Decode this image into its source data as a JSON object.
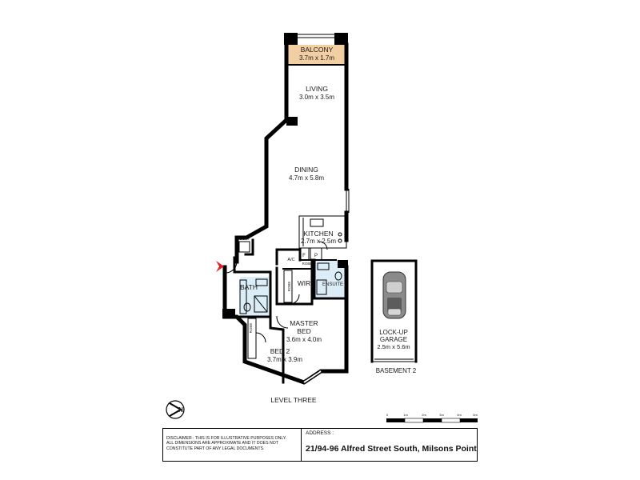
{
  "rooms": {
    "balcony": {
      "name": "BALCONY",
      "dims": "3.7m x 1.7m"
    },
    "living": {
      "name": "LIVING",
      "dims": "3.0m x 3.5m"
    },
    "dining": {
      "name": "DINING",
      "dims": "4.7m x 5.8m"
    },
    "kitchen": {
      "name": "KITCHEN",
      "dims": "2.7m x 2.5m"
    },
    "master_bed": {
      "name1": "MASTER",
      "name2": "BED",
      "dims": "3.6m x 4.0m"
    },
    "bed2": {
      "name": "BED 2",
      "dims": "3.7m x 3.9m"
    },
    "bath": "BATH",
    "wir": "WIR",
    "ensuite": "ENSUITE",
    "ldry": "L'DRY",
    "ac": "A/C",
    "robe_small": "ROBE",
    "robe_wir": "ROBE",
    "robe_bed2": "ROBE",
    "fridge": "F",
    "pantry": "P",
    "garage": {
      "line1": "LOCK-UP",
      "line2": "GARAGE",
      "dims": "2.5m x 5.6m"
    }
  },
  "level_label": "LEVEL THREE",
  "basement_label": "BASEMENT 2",
  "scale": {
    "ticks": [
      "0",
      "1m",
      "2m",
      "3m",
      "4m",
      "5m"
    ]
  },
  "footer": {
    "disclaimer_lines": [
      "DISCLAIMER : THIS IS FOR ILLUSTRATIVE PURPOSES ONLY.",
      "ALL DIMENSIONS ARE APPROXIMATE AND IT DOES NOT",
      "CONSTITUTE PART OF ANY LEGAL DOCUMENTS."
    ],
    "address_label": "ADDRESS :",
    "address": "21/94-96 Alfred Street South, Milsons Point"
  },
  "colors": {
    "balcony_fill": "#f2cfa3",
    "wet_fill": "#dbeef8",
    "wall": "#000000",
    "entry_arrow": "#e02020"
  },
  "icons": {
    "compass": "north-arrow-icon",
    "car": "car-icon",
    "entry": "entry-arrow-icon"
  }
}
